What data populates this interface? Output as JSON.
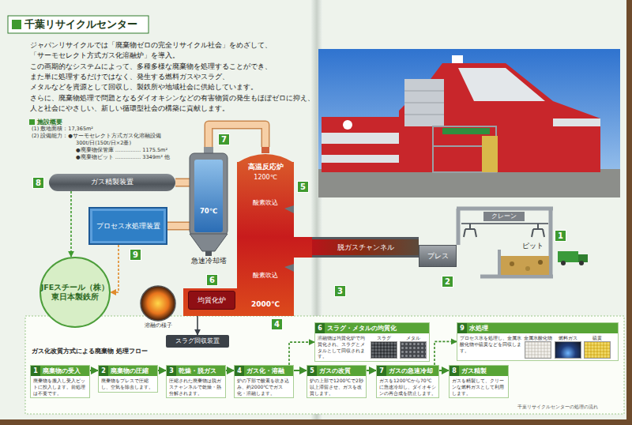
{
  "diagram": {
    "title": "千葉リサイクルセンター",
    "nodes": [
      {
        "text": [
          "ガス精製装置"
        ]
      },
      {
        "text": [
          "プロセス水処理装置"
        ]
      },
      {
        "text": [
          "JFEスチール（株）",
          "東日本製鉄所"
        ]
      },
      {
        "text": [
          "70℃",
          "急速冷却塔"
        ]
      },
      {
        "text": [
          "高温反応炉",
          "1200℃",
          "酸素吹込"
        ]
      },
      {
        "text": [
          "酸素吹込",
          "2000℃"
        ]
      },
      {
        "text": [
          "均質化炉"
        ],
        "in": 5
      },
      {
        "text": [
          "スラグ回収装置"
        ]
      },
      {
        "text": [
          "脱ガスチャンネル"
        ]
      },
      {
        "text": [
          "プレス"
        ]
      },
      {
        "text": [
          "クレーン",
          "ピット"
        ]
      },
      {
        "text": [
          "溶融の様子"
        ]
      },
      {
        "text": [
          "1",
          "廃棄物の受入",
          "廃棄物を搬入し受入ピットに投入します。前処理は不要です。"
        ]
      },
      {
        "text": [
          "2",
          "廃棄物の圧縮",
          "廃棄物をプレスで圧縮し、空気を除去します。"
        ]
      },
      {
        "text": [
          "3",
          "乾燥・脱ガス",
          "圧縮された廃棄物は脱ガスチャンネルで乾燥・熱分解されます。"
        ]
      },
      {
        "text": [
          "4",
          "ガス化・溶融",
          "炉の下部で酸素を吹き込み、約2000℃でガス化・溶融します。"
        ]
      },
      {
        "text": [
          "5",
          "ガスの改質",
          "炉の上部で1200℃で2秒以上滞留させ、ガスを改質します。"
        ]
      },
      {
        "text": [
          "6",
          "スラグ・メタルの均質化",
          "溶融物は均質化炉で均質化され、スラグとメタルとして回収されます。",
          "スラグ",
          "メタル"
        ]
      },
      {
        "text": [
          "7",
          "ガスの急速冷却",
          "ガスを1200℃から70℃に急速冷却し、ダイオキシンの再合成を防止します。"
        ]
      },
      {
        "text": [
          "8",
          "ガス精製",
          "ガスを精製して、クリーンな燃料ガスとして利用します。"
        ]
      },
      {
        "text": [
          "9",
          "水処理",
          "プロセス水を処理し、金属水酸化物や硫黄などを回収します。",
          "金属水酸化物",
          "燃料ガス",
          "硫黄"
        ]
      }
    ],
    "edges": [
      {
        "from": 4,
        "to": 3,
        "arrow": "none"
      },
      {
        "from": 3,
        "to": 0,
        "arrow": "none"
      },
      {
        "from": 3,
        "to": 1,
        "arrow": "none"
      },
      {
        "from": 0,
        "to": 2,
        "arrow": "to"
      },
      {
        "from": 1,
        "to": 2,
        "arrow": "to"
      },
      {
        "from": 6,
        "to": 7,
        "arrow": "to"
      },
      {
        "from": 12,
        "to": 13,
        "arrow": "to"
      },
      {
        "from": 13,
        "to": 14,
        "arrow": "to"
      },
      {
        "from": 14,
        "to": 15,
        "arrow": "to"
      },
      {
        "from": 15,
        "to": 16,
        "arrow": "to"
      },
      {
        "from": 16,
        "to": 18,
        "arrow": "to"
      },
      {
        "from": 18,
        "to": 19,
        "arrow": "to"
      },
      {
        "from": 15,
        "to": 17,
        "arrow": "to"
      },
      {
        "from": 18,
        "to": 20,
        "arrow": "to"
      }
    ],
    "labels": [
      "ジャパンリサイクルでは「廃棄物ゼロの完全リサイクル社会」をめざして、",
      "「サーモセレクト方式ガス化溶融炉」を導入。",
      "この画期的なシステムによって、多種多様な廃棄物を処理することができ、",
      "また単に処理するだけではなく、発生する燃料ガスやスラグ、",
      "メタルなどを資源として回収し、製鉄所や地域社会に供給しています。",
      "さらに、廃棄物処理で問題となるダイオキシンなどの有害物質の発生もほぼゼロに抑え、",
      "人と社会にやさしい、新しい循環型社会の構築に貢献します。",
      "施設概要",
      "(1) 敷地面積：17,365m²",
      "(2) 設備能力：●サーモセレクト方式ガス化溶融設備",
      "300t/日(150t/日×2基)",
      "●廃棄物保管庫 …………… 1175.5m²",
      "●廃棄物ピット …………… 3349m³ 他",
      "8",
      "7",
      "5",
      "9",
      "6",
      "4",
      "3",
      "2",
      "1",
      "ガス化改質方式による廃棄物 処理フロー",
      "千葉リサイクルセンターの処理の流れ"
    ]
  }
}
